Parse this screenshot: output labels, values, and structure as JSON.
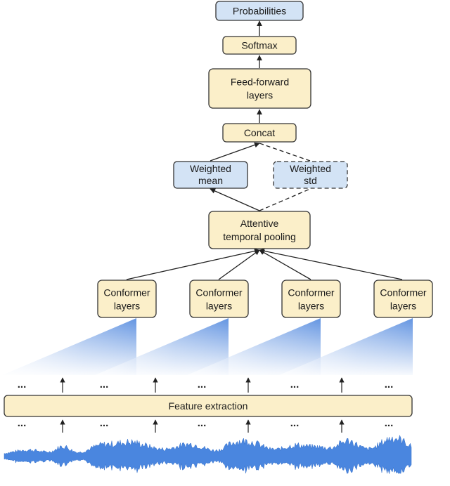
{
  "nodes": {
    "probabilities": "Probabilities",
    "softmax": "Softmax",
    "feed_forward": [
      "Feed-forward",
      "layers"
    ],
    "concat": "Concat",
    "weighted_mean": [
      "Weighted",
      "mean"
    ],
    "weighted_std": [
      "Weighted",
      "std"
    ],
    "attentive_pooling": [
      "Attentive",
      "temporal pooling"
    ],
    "conformer": [
      "Conformer",
      "layers"
    ],
    "feature_extraction": "Feature extraction"
  },
  "ellipsis": "...",
  "colors": {
    "yellow_fill": "#fbefc9",
    "blue_fill": "#d3e3f5",
    "border": "#333333",
    "waveform": "#4a86df",
    "gradient": "#5b8fe0"
  }
}
